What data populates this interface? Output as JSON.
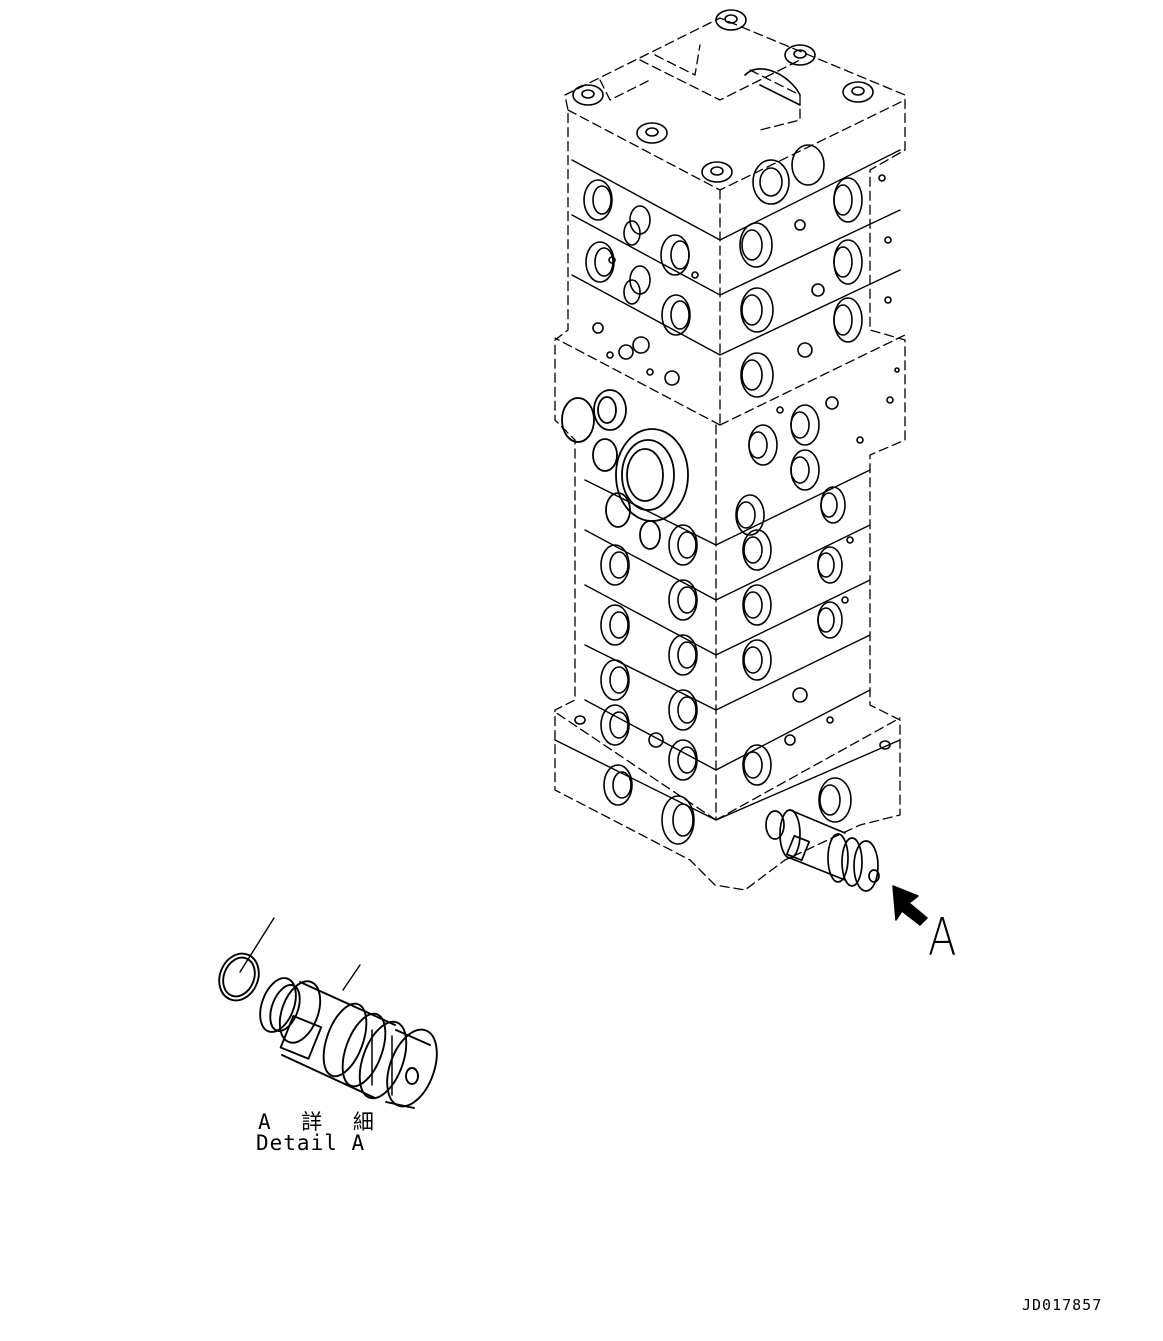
{
  "callout": {
    "letter": "A"
  },
  "detail": {
    "title_jp": "A 詳 細",
    "title_en": "Detail A"
  },
  "drawing_number": "JD017857",
  "parts": {
    "control_valve": "control-valve-assembly",
    "valve_cartridge": "valve-cartridge",
    "o_ring": "o-ring"
  }
}
